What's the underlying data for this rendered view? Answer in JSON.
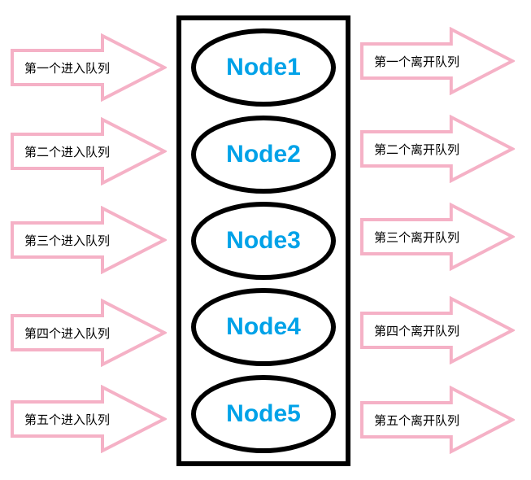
{
  "colors": {
    "arrow_pink": "#f5b1c6",
    "node_blue": "#00a2e8",
    "outline_black": "#000000"
  },
  "rows": [
    {
      "enter_label": "第一个进入队列",
      "node_label": "Node1",
      "leave_label": "第一个离开队列"
    },
    {
      "enter_label": "第二个进入队列",
      "node_label": "Node2",
      "leave_label": "第二个离开队列"
    },
    {
      "enter_label": "第三个进入队列",
      "node_label": "Node3",
      "leave_label": "第三个离开队列"
    },
    {
      "enter_label": "第四个进入队列",
      "node_label": "Node4",
      "leave_label": "第四个离开队列"
    },
    {
      "enter_label": "第五个进入队列",
      "node_label": "Node5",
      "leave_label": "第五个离开队列"
    }
  ]
}
